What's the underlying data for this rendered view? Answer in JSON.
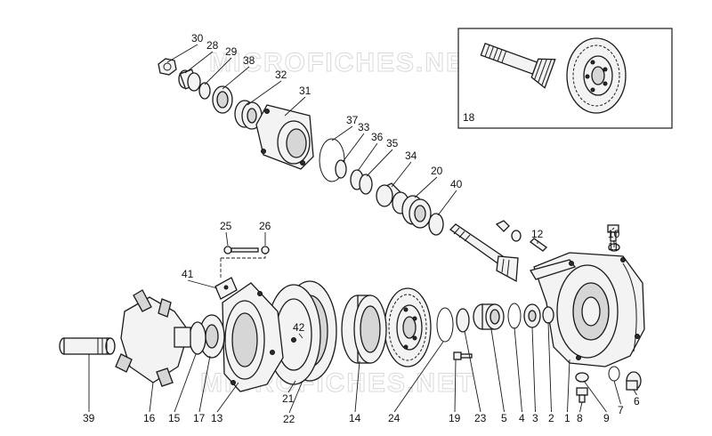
{
  "watermarks": [
    "MICROFICHES.NET",
    "MICROFICHES.NET"
  ],
  "inset": {
    "label": "18"
  },
  "labels": [
    {
      "id": "30",
      "text": "30"
    },
    {
      "id": "28",
      "text": "28"
    },
    {
      "id": "29",
      "text": "29"
    },
    {
      "id": "38",
      "text": "38"
    },
    {
      "id": "32",
      "text": "32"
    },
    {
      "id": "31",
      "text": "31"
    },
    {
      "id": "37",
      "text": "37"
    },
    {
      "id": "33",
      "text": "33"
    },
    {
      "id": "36",
      "text": "36"
    },
    {
      "id": "35",
      "text": "35"
    },
    {
      "id": "34",
      "text": "34"
    },
    {
      "id": "20",
      "text": "20"
    },
    {
      "id": "40",
      "text": "40"
    },
    {
      "id": "25",
      "text": "25"
    },
    {
      "id": "26",
      "text": "26"
    },
    {
      "id": "12",
      "text": "12"
    },
    {
      "id": "10",
      "text": "10"
    },
    {
      "id": "11",
      "text": "11"
    },
    {
      "id": "41",
      "text": "41"
    },
    {
      "id": "42",
      "text": "42"
    },
    {
      "id": "39",
      "text": "39"
    },
    {
      "id": "16",
      "text": "16"
    },
    {
      "id": "15",
      "text": "15"
    },
    {
      "id": "17",
      "text": "17"
    },
    {
      "id": "13",
      "text": "13"
    },
    {
      "id": "21",
      "text": "21"
    },
    {
      "id": "22",
      "text": "22"
    },
    {
      "id": "14",
      "text": "14"
    },
    {
      "id": "24",
      "text": "24"
    },
    {
      "id": "19",
      "text": "19"
    },
    {
      "id": "23",
      "text": "23"
    },
    {
      "id": "5",
      "text": "5"
    },
    {
      "id": "4",
      "text": "4"
    },
    {
      "id": "3",
      "text": "3"
    },
    {
      "id": "2",
      "text": "2"
    },
    {
      "id": "1",
      "text": "1"
    },
    {
      "id": "8",
      "text": "8"
    },
    {
      "id": "9",
      "text": "9"
    },
    {
      "id": "7",
      "text": "7"
    },
    {
      "id": "6",
      "text": "6"
    }
  ]
}
